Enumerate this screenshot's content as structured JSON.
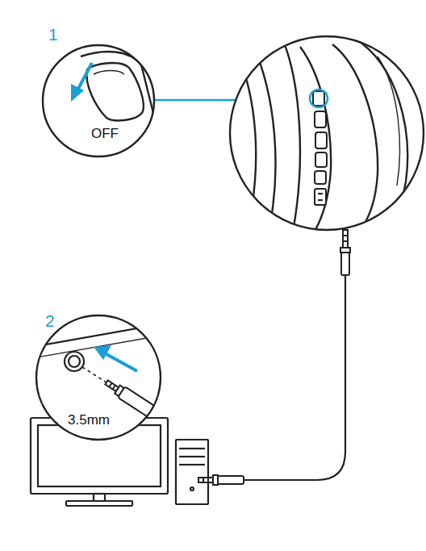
{
  "diagram": {
    "nodes": [
      {
        "text": [
          "1",
          "OFF"
        ]
      },
      {
        "text": [
          "2",
          "3.5mm"
        ]
      }
    ]
  }
}
